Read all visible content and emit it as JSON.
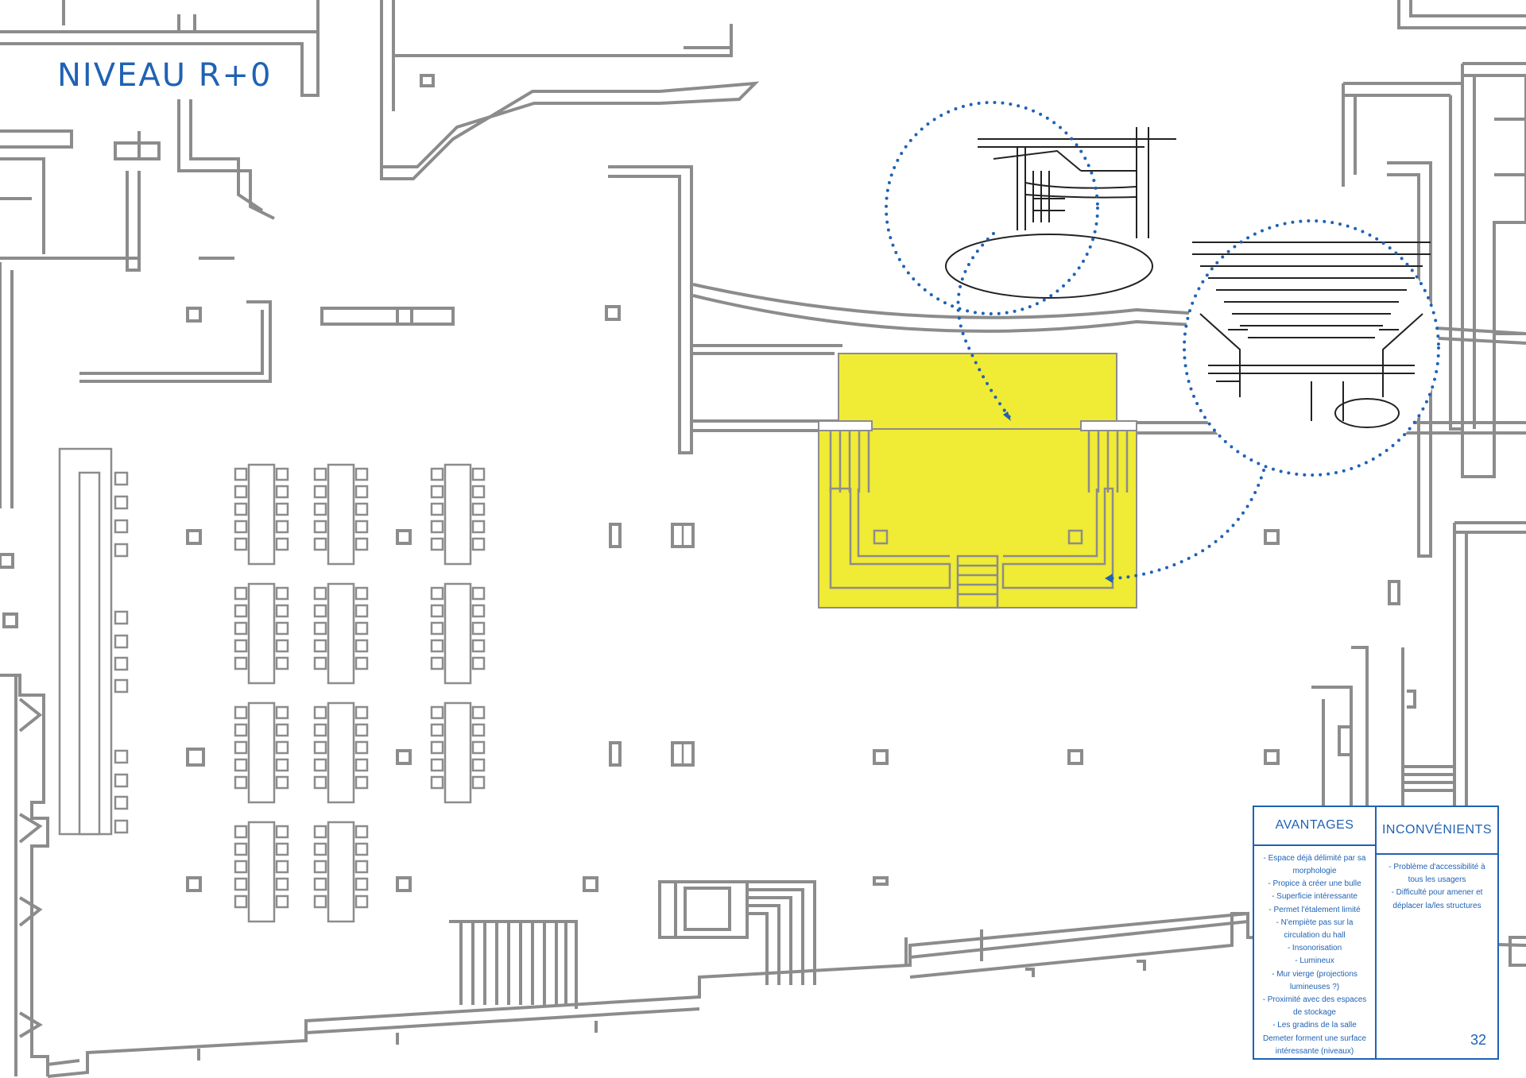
{
  "page": {
    "title": "NIVEAU R+0",
    "page_number": "32"
  },
  "table": {
    "advantages_header": "AVANTAGES",
    "disadvantages_header": "INCONVÉNIENTS",
    "advantages": [
      "- Espace déjà délimité par sa morphologie",
      "- Propice à créer une bulle",
      "- Superficie intéressante",
      "- Permet l'étalement limité",
      "- N'empiète pas sur la circulation du hall",
      "- Insonorisation",
      "- Lumineux",
      "- Mur vierge (projections lumineuses ?)",
      "- Proximité avec des espaces de stockage",
      "- Les gradins de la salle Demeter forment une surface intéressante (niveaux)"
    ],
    "disadvantages": [
      "- Problème d'accessibilité à tous les usagers",
      "- Difficulté pour amener et déplacer la/les structures"
    ]
  },
  "colors": {
    "accent": "#1f62b4",
    "highlight": "#f0eb34",
    "walls": "#8c8c8c"
  }
}
